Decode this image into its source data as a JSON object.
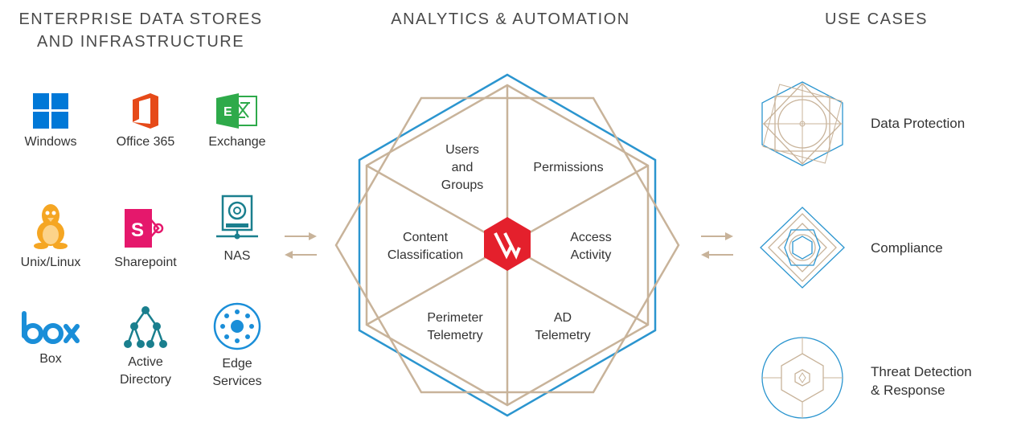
{
  "headings": {
    "stores": "ENTERPRISE DATA STORES\nAND INFRASTRUCTURE",
    "analytics": "ANALYTICS & AUTOMATION",
    "use_cases": "USE CASES"
  },
  "sources": [
    {
      "label": "Windows",
      "icon": "windows-icon",
      "color": "#0078d7"
    },
    {
      "label": "Office 365",
      "icon": "office-365-icon",
      "color": "#e64a19"
    },
    {
      "label": "Exchange",
      "icon": "exchange-icon",
      "color": "#2eaa4a"
    },
    {
      "label": "Unix/Linux",
      "icon": "linux-penguin-icon",
      "color": "#f5a623"
    },
    {
      "label": "Sharepoint",
      "icon": "sharepoint-icon",
      "color": "#e5186c"
    },
    {
      "label": "NAS",
      "icon": "nas-icon",
      "color": "#1a7f8e"
    },
    {
      "label": "Box",
      "icon": "box-icon",
      "color": "#1a8ed8"
    },
    {
      "label": "Active\nDirectory",
      "icon": "active-directory-icon",
      "color": "#1a7f8e"
    },
    {
      "label": "Edge\nServices",
      "icon": "edge-services-icon",
      "color": "#1a8ed8"
    }
  ],
  "hub": {
    "segments": [
      "Users\nand\nGroups",
      "Permissions",
      "Access\nActivity",
      "AD\nTelemetry",
      "Perimeter\nTelemetry",
      "Content\nClassification"
    ],
    "center_logo": "varonis-logo",
    "center_color": "#e4202c"
  },
  "use_cases": [
    {
      "label": "Data Protection",
      "icon": "data-protection-icon"
    },
    {
      "label": "Compliance",
      "icon": "compliance-icon"
    },
    {
      "label": "Threat Detection\n& Response",
      "icon": "threat-detection-icon"
    }
  ],
  "colors": {
    "tan": "#c8b39a",
    "blue": "#2b95cf",
    "red": "#e4202c"
  }
}
